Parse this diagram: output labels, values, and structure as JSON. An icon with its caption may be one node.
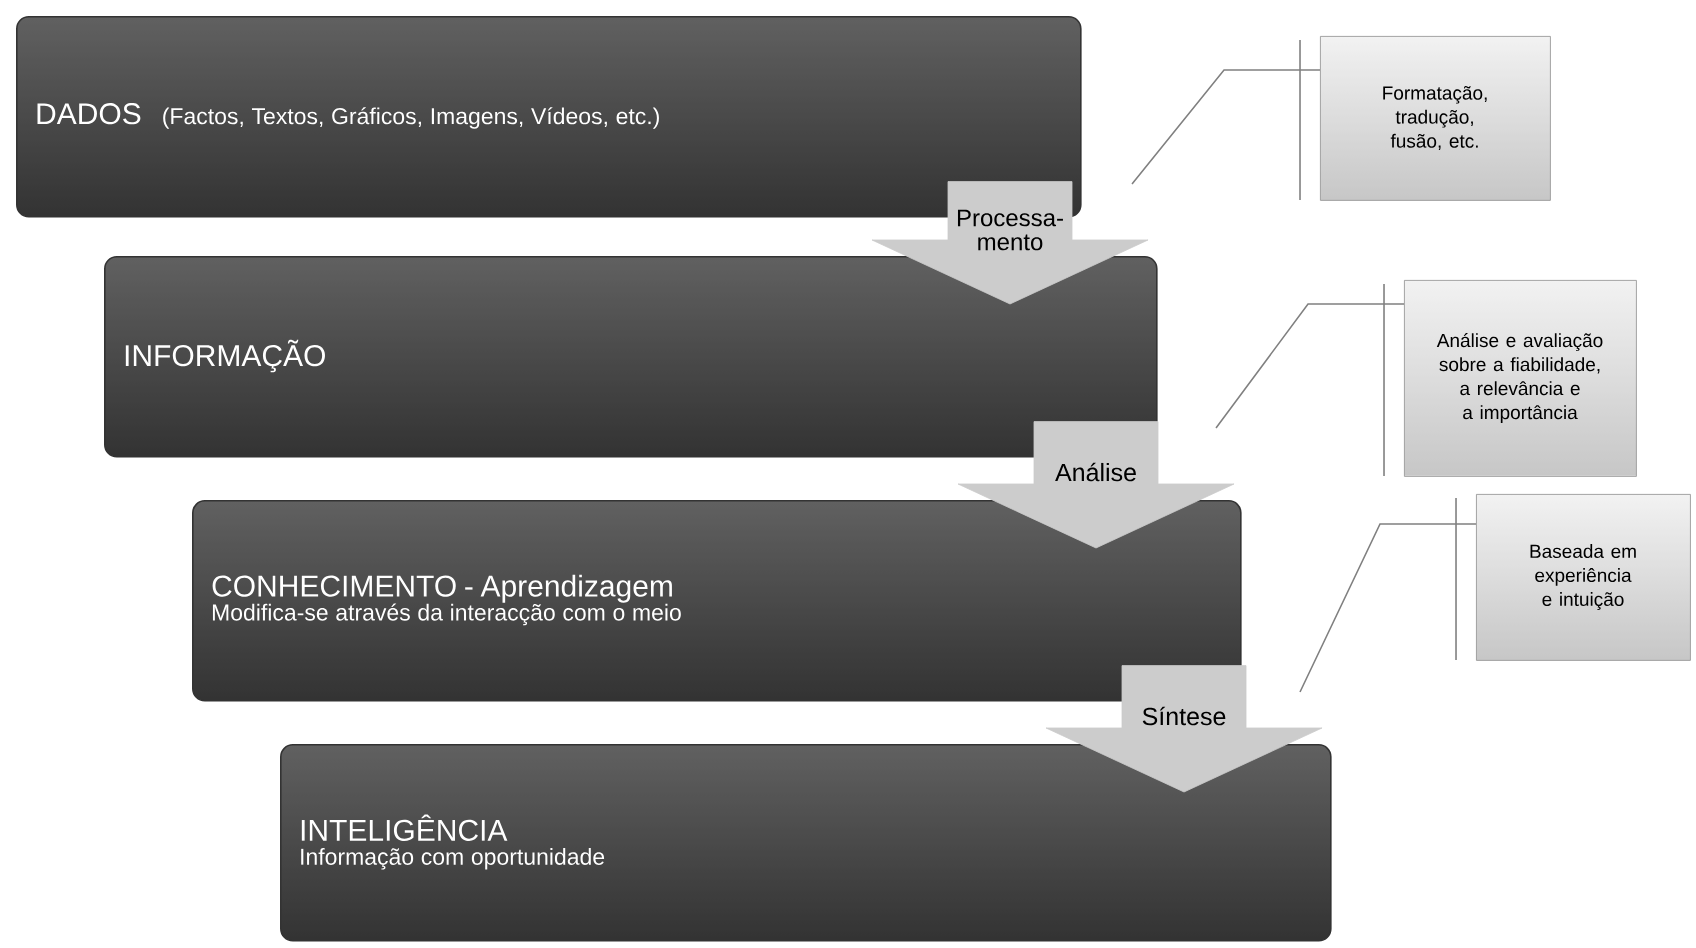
{
  "diagram": {
    "nodes": [
      {
        "text": [
          "DADOS",
          "(Factos, Textos, Gráficos, Imagens, Vídeos, etc.)"
        ]
      },
      {
        "text": [
          "INFORMAÇÃO"
        ]
      },
      {
        "text": [
          "CONHECIMENTO - Aprendizagem",
          "Modifica-se através da interacção com o meio"
        ]
      },
      {
        "text": [
          "INTELIGÊNCIA",
          "Informação com oportunidade"
        ]
      },
      {
        "text": [
          "Formatação, tradução, fusão, etc."
        ]
      },
      {
        "text": [
          "Análise e avaliação sobre a fiabilidade, a relevância e a importância"
        ]
      },
      {
        "text": [
          "Baseada em experiência e intuição"
        ]
      }
    ],
    "edges": [
      {
        "from": 0,
        "to": 1,
        "arrow": "to",
        "label": "Processa- mento"
      },
      {
        "from": 1,
        "to": 2,
        "arrow": "to",
        "label": "Análise"
      },
      {
        "from": 2,
        "to": 3,
        "arrow": "to",
        "label": "Síntese"
      },
      {
        "from": 4,
        "to": null,
        "arrow": "none"
      },
      {
        "from": 5,
        "to": null,
        "arrow": "none"
      },
      {
        "from": 6,
        "to": null,
        "arrow": "none"
      }
    ]
  }
}
